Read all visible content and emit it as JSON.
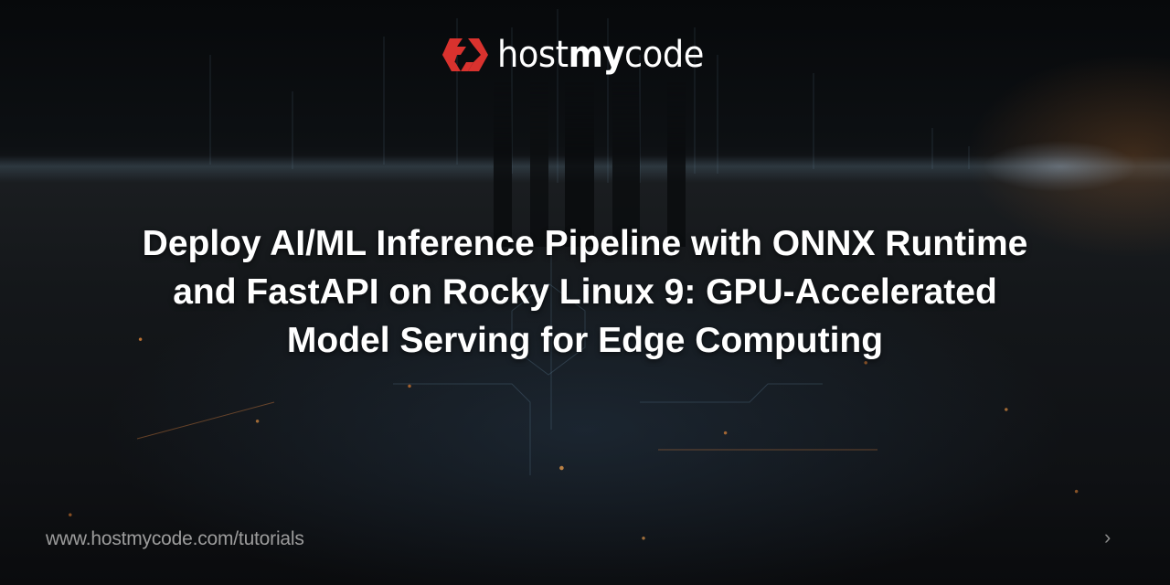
{
  "brand": {
    "logo_icon": "hostmycode-hex-mark-icon",
    "name_parts": [
      "host",
      "my",
      "code"
    ],
    "accent_color": "#d9322e"
  },
  "title": {
    "lines": [
      "Deploy AI/ML Inference Pipeline with ONNX Runtime",
      "and FastAPI on Rocky Linux 9: GPU-Accelerated",
      "Model Serving for Edge Computing"
    ]
  },
  "footer": {
    "url": "www.hostmycode.com/tutorials",
    "next_icon": "chevron-right-icon",
    "next_glyph": "›"
  }
}
